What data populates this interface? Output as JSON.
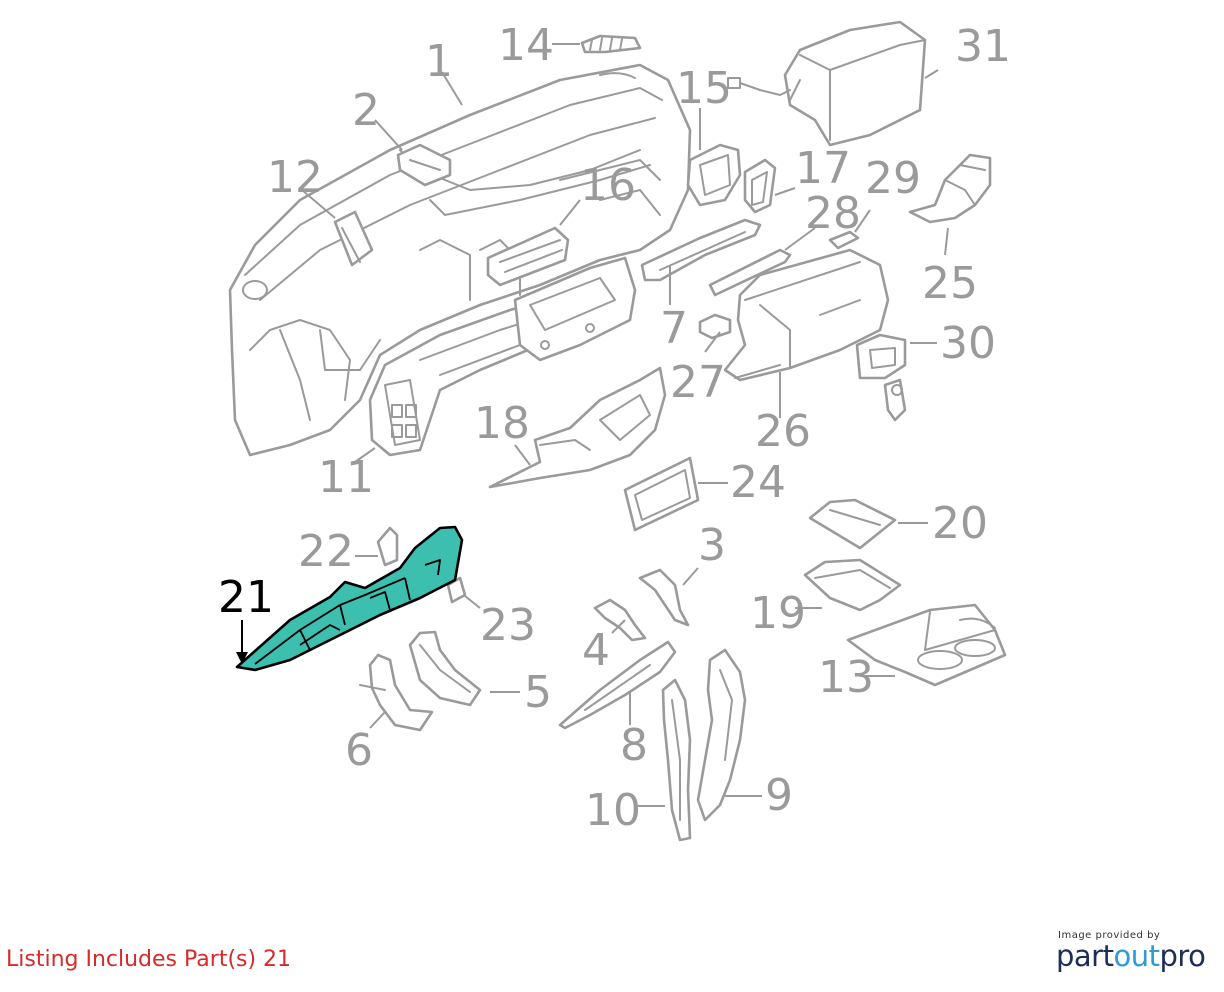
{
  "listing_text": "Listing Includes Part(s) 21",
  "credit": {
    "provided_by": "Image provided by",
    "brand_part1": "part",
    "brand_part2": "out",
    "brand_part3": "pro"
  },
  "callouts": {
    "n1": "1",
    "n2": "2",
    "n3": "3",
    "n4": "4",
    "n5": "5",
    "n6": "6",
    "n7": "7",
    "n8": "8",
    "n9": "9",
    "n10": "10",
    "n11": "11",
    "n12": "12",
    "n13": "13",
    "n14": "14",
    "n15": "15",
    "n16": "16",
    "n17": "17",
    "n18": "18",
    "n19": "19",
    "n20": "20",
    "n21": "21",
    "n22": "22",
    "n23": "23",
    "n24": "24",
    "n25": "25",
    "n26": "26",
    "n27": "27",
    "n28": "28",
    "n29": "29",
    "n30": "30",
    "n31": "31"
  },
  "colors": {
    "highlight_fill": "#3cbfae",
    "line_gray": "#9a9a9a",
    "listing_red": "#d72a2a",
    "brand_navy": "#1e2d57",
    "brand_blue": "#2f9bd6"
  }
}
